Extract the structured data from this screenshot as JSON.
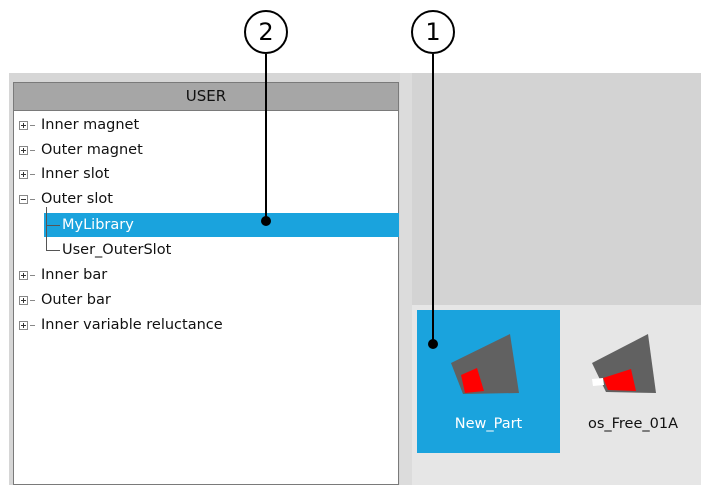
{
  "tree": {
    "header": "USER",
    "items": [
      {
        "label": "Inner magnet"
      },
      {
        "label": "Outer magnet"
      },
      {
        "label": "Inner slot"
      },
      {
        "label": "Outer slot"
      },
      {
        "label": "MyLibrary"
      },
      {
        "label": "User_OuterSlot"
      },
      {
        "label": "Inner bar"
      },
      {
        "label": "Outer bar"
      },
      {
        "label": "Inner variable reluctance"
      }
    ]
  },
  "parts": [
    {
      "label": "New_Part",
      "selected": true
    },
    {
      "label": "os_Free_01A",
      "selected": false
    }
  ],
  "callouts": [
    {
      "number": "1"
    },
    {
      "number": "2"
    }
  ],
  "colors": {
    "selection": "#1aa3dd",
    "slot_body": "#616161",
    "magnet": "#ff0000"
  }
}
